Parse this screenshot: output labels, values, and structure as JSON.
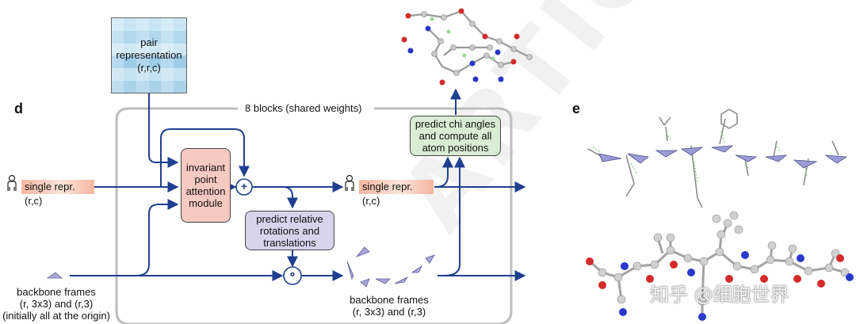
{
  "panel_d": {
    "label": "d",
    "pair_representation": {
      "line1": "pair",
      "line2": "representation",
      "line3": "(r,r,c)"
    },
    "blocks_label": "8 blocks (shared weights)",
    "single_repr_in": "single repr. (r,c)",
    "single_repr_out": "single repr. (r,c)",
    "ipa_module": {
      "line1": "invariant",
      "line2": "point",
      "line3": "attention",
      "line4": "module"
    },
    "predict_relative": {
      "line1": "predict relative",
      "line2": "rotations and",
      "line3": "translations"
    },
    "predict_chi": {
      "line1": "predict chi angles",
      "line2": "and compute all",
      "line3": "atom positions"
    },
    "plus_symbol": "+",
    "compose_symbol": "∘",
    "backbone_in": {
      "line1": "backbone frames",
      "line2": "(r, 3x3) and (r,3)",
      "line3": "(initially all at the origin)"
    },
    "backbone_out": {
      "line1": "backbone frames",
      "line2": "(r, 3x3) and (r,3)"
    }
  },
  "panel_e": {
    "label": "e"
  },
  "watermark": {
    "text": "知乎 @细胞世界",
    "overlay": "ARTICLE"
  },
  "colors": {
    "arrow": "#1f3f8f",
    "ipa_fill": "#f6c9c1",
    "predict_fill": "#d8d3ec",
    "chi_fill": "#d9ecd4",
    "block_border": "#bdbdbd"
  }
}
